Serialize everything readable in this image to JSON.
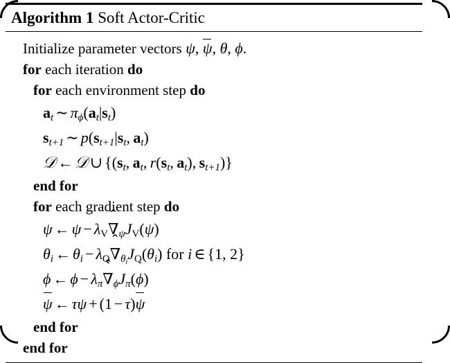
{
  "figure": {
    "kind": "algorithm-block",
    "border_color": "#000000",
    "background_color": "#ffffff",
    "text_color": "#000000"
  },
  "title": {
    "keyword": "Algorithm 1",
    "name": "Soft Actor-Critic"
  },
  "lines": [
    {
      "id": "init",
      "indent": 1,
      "type": "text",
      "text": "Initialize parameter vectors ψ, ψ̄, θ, ϕ."
    },
    {
      "id": "for-iteration",
      "indent": 1,
      "type": "keyword",
      "kw_open": "for",
      "text": "each iteration",
      "kw_close": "do"
    },
    {
      "id": "for-env-step",
      "indent": 2,
      "type": "keyword",
      "kw_open": "for",
      "text": "each environment step",
      "kw_close": "do"
    },
    {
      "id": "sample-action",
      "indent": 3,
      "type": "math",
      "text": "a_t ~ π_ϕ(a_t|s_t)"
    },
    {
      "id": "sample-next-state",
      "indent": 3,
      "type": "math",
      "text": "s_{t+1} ~ p(s_{t+1}|s_t, a_t)"
    },
    {
      "id": "update-buffer",
      "indent": 3,
      "type": "math",
      "text": "D ← D ∪ {(s_t, a_t, r(s_t, a_t), s_{t+1})}"
    },
    {
      "id": "end-for-env",
      "indent": 2,
      "type": "keyword-only",
      "text": "end for"
    },
    {
      "id": "for-grad-step",
      "indent": 2,
      "type": "keyword",
      "kw_open": "for",
      "text": "each gradient step",
      "kw_close": "do"
    },
    {
      "id": "update-psi",
      "indent": 3,
      "type": "math",
      "text": "ψ ← ψ − λ_V ∇̂_ψ J_V(ψ)"
    },
    {
      "id": "update-theta",
      "indent": 3,
      "type": "math",
      "text": "θ_i ← θ_i − λ_Q ∇̂_{θ_i} J_Q(θ_i) for i ∈ {1, 2}"
    },
    {
      "id": "update-phi",
      "indent": 3,
      "type": "math",
      "text": "ϕ ← ϕ − λ_π ∇̂_ϕ J_π(ϕ)"
    },
    {
      "id": "update-psi-bar",
      "indent": 3,
      "type": "math",
      "text": "ψ̄ ← τψ + (1 − τ)ψ̄"
    },
    {
      "id": "end-for-grad",
      "indent": 2,
      "type": "keyword-only",
      "text": "end for"
    },
    {
      "id": "end-for-iteration",
      "indent": 1,
      "type": "keyword-only",
      "text": "end for"
    }
  ],
  "tokens": {
    "kw_for": "for",
    "kw_do": "do",
    "kw_end_for": "end for",
    "text_init": "Initialize parameter vectors",
    "text_each_iteration": "each iteration",
    "text_each_env_step": "each environment step",
    "text_each_grad_step": "each gradient step",
    "sym_psi": "ψ",
    "sym_theta": "θ",
    "sym_phi": "ϕ",
    "sym_pi": "π",
    "sym_tau": "τ",
    "sym_lambda": "λ",
    "sym_nabla": "∇",
    "sym_arrow": "←",
    "sym_sim": "∼",
    "sym_cup": "∪",
    "sym_in": "∈",
    "sym_minus": "−",
    "sym_plus": "+",
    "sym_cal_D": "𝒟",
    "sym_bf_a": "a",
    "sym_bf_s": "s",
    "sym_r": "r",
    "sym_p": "p",
    "sym_J": "J",
    "sym_V": "V",
    "sym_Q": "Q",
    "sym_i": "i",
    "sym_t": "t",
    "word_for_inline": "for",
    "set_one_two": "{1, 2}",
    "num_1": "1",
    "num_2": "2"
  }
}
